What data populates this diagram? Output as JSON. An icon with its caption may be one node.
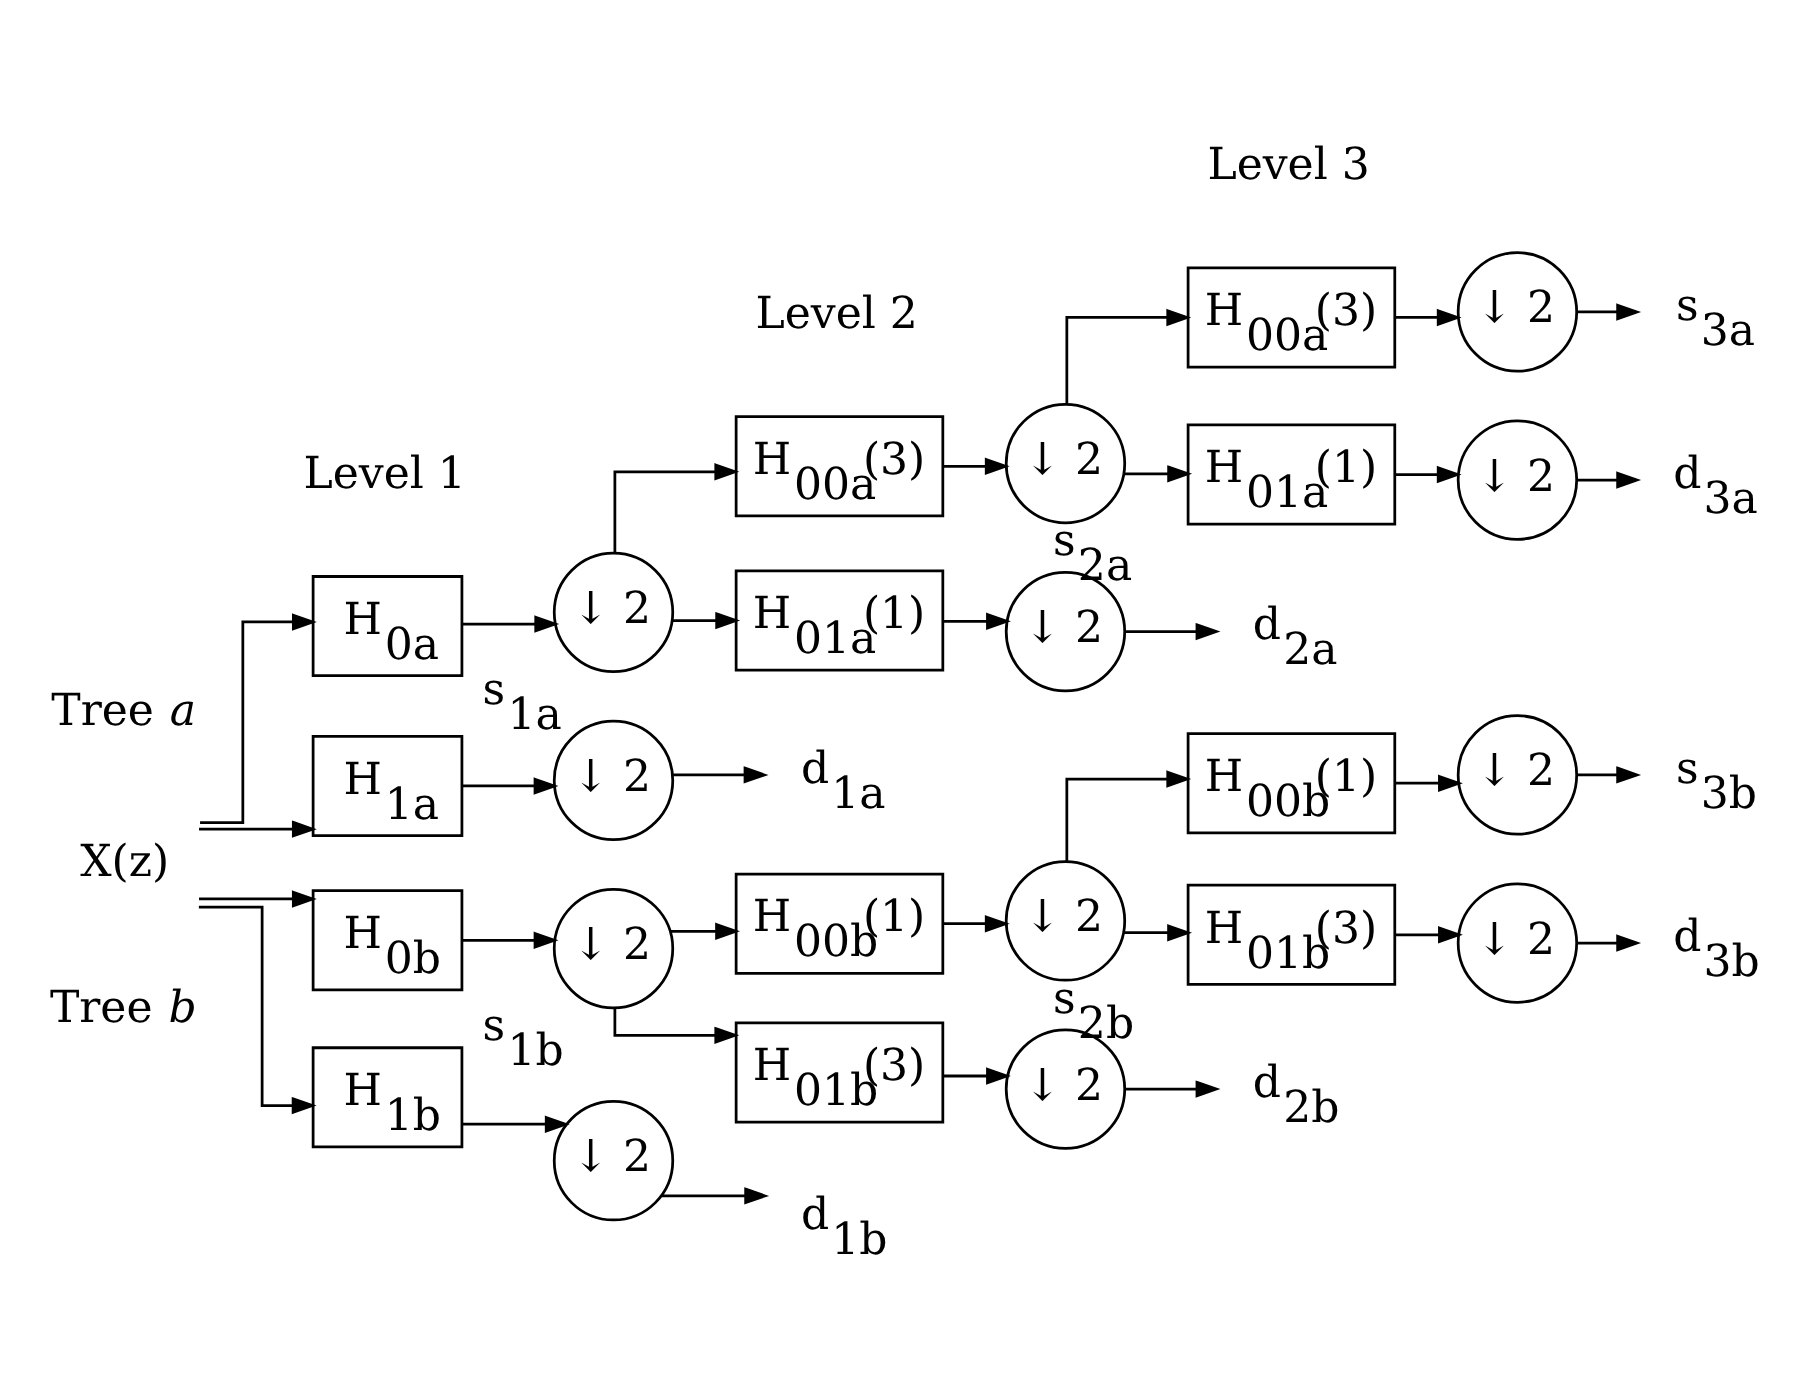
{
  "diagram": {
    "nodes": [
      {
        "text": [
          "X(z)"
        ]
      },
      {
        "text": [
          "H$_{0a}$"
        ]
      },
      {
        "text": [
          "↓ 2"
        ],
        "beside": [
          "s$_{1a}$"
        ]
      },
      {
        "text": [
          "H$_{00a}$(3)"
        ]
      },
      {
        "text": [
          "↓ 2"
        ],
        "beside": [
          "s$_{2a}$"
        ]
      },
      {
        "text": [
          "H$_{01a}$(1)"
        ]
      },
      {
        "text": [
          "↓ 2"
        ]
      },
      {
        "text": [
          "d$_{2a}$"
        ]
      },
      {
        "text": [
          "H$_{00a}$(3)"
        ]
      },
      {
        "text": [
          "↓ 2"
        ]
      },
      {
        "text": [
          "s$_{3a}$"
        ]
      },
      {
        "text": [
          "H$_{01a}$(1)"
        ]
      },
      {
        "text": [
          "↓ 2"
        ]
      },
      {
        "text": [
          "d$_{3a}$"
        ]
      },
      {
        "text": [
          "H$_{1a}$"
        ]
      },
      {
        "text": [
          "↓ 2"
        ]
      },
      {
        "text": [
          "d$_{1a}$"
        ]
      },
      {
        "text": [
          "H$_{0b}$"
        ]
      },
      {
        "text": [
          "↓ 2"
        ],
        "beside": [
          "s$_{1b}$"
        ]
      },
      {
        "text": [
          "H$_{00b}$(1)"
        ]
      },
      {
        "text": [
          "↓ 2"
        ],
        "beside": [
          "s$_{2b}$"
        ]
      },
      {
        "text": [
          "H$_{01b}$(3)"
        ]
      },
      {
        "text": [
          "↓ 2"
        ]
      },
      {
        "text": [
          "d$_{2b}$"
        ]
      },
      {
        "text": [
          "H$_{00b}$(1)"
        ]
      },
      {
        "text": [
          "↓ 2"
        ]
      },
      {
        "text": [
          "s$_{3b}$"
        ]
      },
      {
        "text": [
          "H$_{01b}$(3)"
        ]
      },
      {
        "text": [
          "↓ 2"
        ]
      },
      {
        "text": [
          "d$_{3b}$"
        ]
      },
      {
        "text": [
          "H$_{1b}$"
        ]
      },
      {
        "text": [
          "↓ 2"
        ]
      },
      {
        "text": [
          "d$_{1b}$"
        ]
      }
    ],
    "edges": [
      {
        "from": 0,
        "to": 1,
        "arrow": "to"
      },
      {
        "from": 1,
        "to": 2,
        "arrow": "to"
      },
      {
        "from": 2,
        "to": 3,
        "arrow": "to"
      },
      {
        "from": 3,
        "to": 4,
        "arrow": "to"
      },
      {
        "from": 2,
        "to": 5,
        "arrow": "to"
      },
      {
        "from": 5,
        "to": 6,
        "arrow": "to"
      },
      {
        "from": 6,
        "to": 7,
        "arrow": "to"
      },
      {
        "from": 4,
        "to": 8,
        "arrow": "to"
      },
      {
        "from": 8,
        "to": 9,
        "arrow": "to"
      },
      {
        "from": 9,
        "to": 10,
        "arrow": "to"
      },
      {
        "from": 4,
        "to": 11,
        "arrow": "to"
      },
      {
        "from": 11,
        "to": 12,
        "arrow": "to"
      },
      {
        "from": 12,
        "to": 13,
        "arrow": "to"
      },
      {
        "from": 0,
        "to": 14,
        "arrow": "to"
      },
      {
        "from": 14,
        "to": 15,
        "arrow": "to"
      },
      {
        "from": 15,
        "to": 16,
        "arrow": "to"
      },
      {
        "from": 0,
        "to": 17,
        "arrow": "to"
      },
      {
        "from": 17,
        "to": 18,
        "arrow": "to"
      },
      {
        "from": 18,
        "to": 19,
        "arrow": "to"
      },
      {
        "from": 19,
        "to": 20,
        "arrow": "to"
      },
      {
        "from": 18,
        "to": 21,
        "arrow": "to"
      },
      {
        "from": 21,
        "to": 22,
        "arrow": "to"
      },
      {
        "from": 22,
        "to": 23,
        "arrow": "to"
      },
      {
        "from": 20,
        "to": 24,
        "arrow": "to"
      },
      {
        "from": 24,
        "to": 25,
        "arrow": "to"
      },
      {
        "from": 25,
        "to": 26,
        "arrow": "to"
      },
      {
        "from": 20,
        "to": 27,
        "arrow": "to"
      },
      {
        "from": 27,
        "to": 28,
        "arrow": "to"
      },
      {
        "from": 28,
        "to": 29,
        "arrow": "to"
      },
      {
        "from": 0,
        "to": 30,
        "arrow": "to"
      },
      {
        "from": 30,
        "to": 31,
        "arrow": "to"
      },
      {
        "from": 31,
        "to": 32,
        "arrow": "to"
      }
    ],
    "labels": [
      "Level 3",
      "Level 2",
      "Level 1",
      "Tree *a*",
      "Tree *b*"
    ]
  }
}
